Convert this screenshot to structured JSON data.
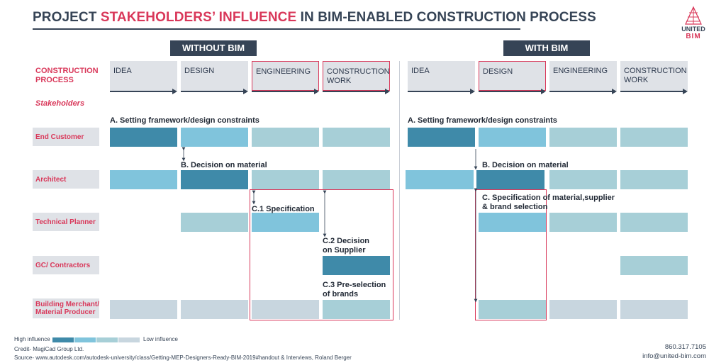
{
  "title": {
    "part1": "PROJECT ",
    "highlight": "STAKEHOLDERS’ INFLUENCE",
    "part2": " IN BIM-ENABLED CONSTRUCTION PROCESS"
  },
  "logo": {
    "line1": "UNITED",
    "line2": "BIM"
  },
  "without_bim": {
    "header": "WITHOUT BIM",
    "phases": [
      "IDEA",
      "DESIGN",
      "ENGINEERING",
      "CONSTRUCTION WORK"
    ],
    "annotations": {
      "a": "A. Setting framework/design constraints",
      "b": "B. Decision on material",
      "c1": "C.1 Specification",
      "c2_l1": "C.2 Decision",
      "c2_l2": "on Supplier",
      "c3_l1": "C.3 Pre-selection",
      "c3_l2": "of brands"
    }
  },
  "with_bim": {
    "header": "WITH BIM",
    "phases": [
      "IDEA",
      "DESIGN",
      "ENGINEERING",
      "CONSTRUCTION WORK"
    ],
    "annotations": {
      "a": "A. Setting framework/design constraints",
      "b": "B. Decision on material",
      "c_l1": "C. Specification of material,supplier",
      "c_l2": "& brand selection"
    }
  },
  "construction_process_label": "CONSTRUCTION PROCESS",
  "stakeholders_label": "Stakeholders",
  "stakeholders": [
    "End Customer",
    "Architect",
    "Technical Planner",
    "GC/ Contractors",
    "Building Merchant/ Material Producer"
  ],
  "legend": {
    "high": "High influence",
    "low": "Low influence"
  },
  "credit": "Credit- MagiCad Group Ltd.",
  "source": "Source- www.autodesk.com/autodesk-university/class/Getting-MEP-Designers-Ready-BIM-2019#handout & Interviews, Roland Berger",
  "contact": {
    "phone": "860.317.7105",
    "email": "info@united-bim.com"
  },
  "colors": {
    "level4": "#3f8aa9",
    "level3": "#80c4dc",
    "level2": "#a7cfd7",
    "level1": "#c8d6df",
    "accent": "#d9385a",
    "navy": "#364456"
  },
  "influence_matrix": {
    "without_bim": [
      [
        4,
        3,
        2,
        2
      ],
      [
        3,
        4,
        2,
        2
      ],
      [
        0,
        2,
        3,
        0
      ],
      [
        0,
        0,
        0,
        4
      ],
      [
        1,
        1,
        1,
        2
      ]
    ],
    "with_bim": [
      [
        4,
        3,
        2,
        2
      ],
      [
        3,
        4,
        2,
        2
      ],
      [
        0,
        3,
        2,
        2
      ],
      [
        0,
        0,
        0,
        2
      ],
      [
        0,
        2,
        1,
        1
      ]
    ]
  }
}
